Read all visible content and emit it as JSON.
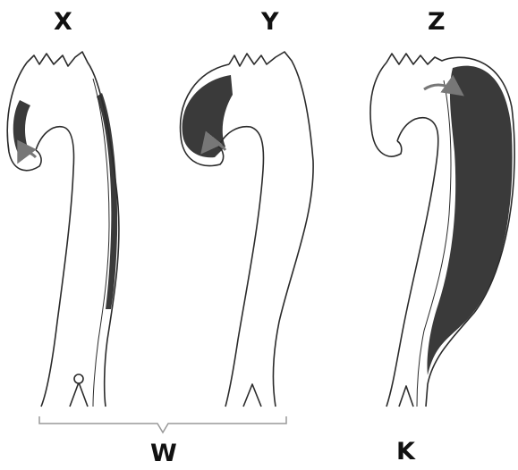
{
  "labels": {
    "x": "X",
    "y": "Y",
    "z": "Z",
    "w": "W",
    "k": "K"
  },
  "colors": {
    "wall": "#2b2b2b",
    "false_lumen": "#3a3a3a",
    "arrow": "#777777",
    "background": "#ffffff"
  }
}
